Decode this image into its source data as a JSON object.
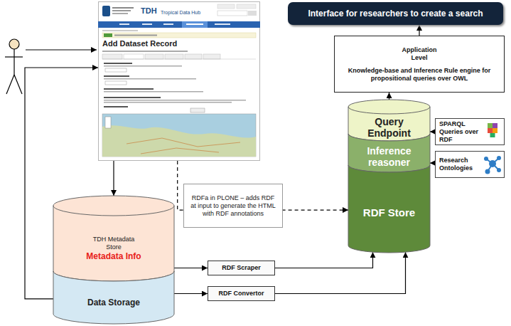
{
  "diagram": {
    "nodes": [
      {
        "text": [
          "TDH",
          "Tropical Data Hub",
          "Add Dataset Record"
        ]
      },
      {
        "text": [
          "Interface for researchers to create a search"
        ]
      },
      {
        "text": [
          "Application Level",
          "Knowledge-base and Inference Rule engine for propositional queries over OWL"
        ]
      },
      {
        "text": [
          "Query Endpoint"
        ]
      },
      {
        "text": [
          "SPARQL Queries over RDF"
        ]
      },
      {
        "text": [
          "Inference reasoner"
        ]
      },
      {
        "text": [
          "Research Ontologies"
        ]
      },
      {
        "text": [
          "RDF Store"
        ]
      },
      {
        "text": [
          "RDFa in PLONE – adds RDF at input to generate the HTML with RDF annotations"
        ]
      },
      {
        "text": [
          "TDH Metadata Store",
          "Metadata Info"
        ]
      },
      {
        "text": [
          "Data Storage"
        ]
      },
      {
        "text": [
          "RDF Scraper"
        ]
      },
      {
        "text": [
          "RDF Convertor"
        ]
      }
    ],
    "edges": [
      {
        "from": 2,
        "to": 1,
        "arrow": "to"
      },
      {
        "from": 3,
        "to": 2,
        "arrow": "to"
      },
      {
        "from": 4,
        "to": 3,
        "arrow": "to"
      },
      {
        "from": 6,
        "to": 5,
        "arrow": "to"
      },
      {
        "from": 0,
        "to": 9,
        "arrow": "to"
      },
      {
        "from": 10,
        "to": 0,
        "arrow": "to"
      },
      {
        "from": 0,
        "to": 7,
        "arrow": "to"
      },
      {
        "from": 9,
        "to": 11,
        "arrow": "to"
      },
      {
        "from": 10,
        "to": 12,
        "arrow": "to"
      },
      {
        "from": 11,
        "to": 7,
        "arrow": "to"
      },
      {
        "from": 12,
        "to": 7,
        "arrow": "to"
      }
    ]
  }
}
